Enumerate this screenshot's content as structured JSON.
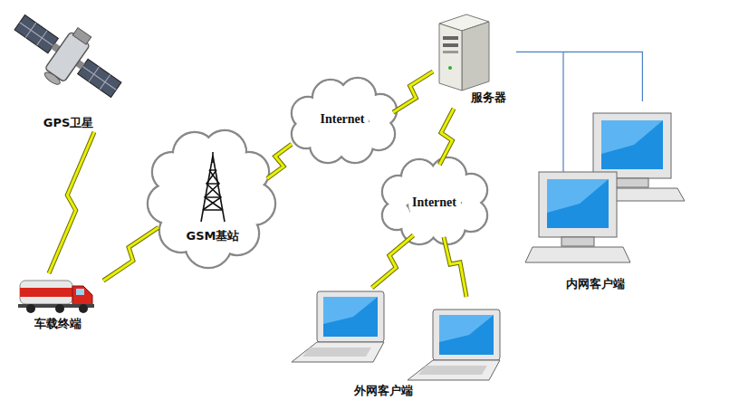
{
  "diagram": {
    "nodes": [
      {
        "text": [
          "GPS卫星"
        ]
      },
      {
        "text": [
          "Internet"
        ]
      },
      {
        "text": [
          "服务器"
        ]
      },
      {
        "text": [
          "GSM基站"
        ]
      },
      {
        "text": [
          "Internet"
        ]
      },
      {
        "text": [
          "车载终端"
        ]
      },
      {
        "text": [
          "外网客户端"
        ]
      },
      {
        "text": [
          "内网客户端"
        ]
      }
    ],
    "edges": [
      {
        "from": 0,
        "to": 5,
        "arrow": "none"
      },
      {
        "from": 5,
        "to": 3,
        "arrow": "none"
      },
      {
        "from": 3,
        "to": 1,
        "arrow": "none"
      },
      {
        "from": 1,
        "to": 2,
        "arrow": "none"
      },
      {
        "from": 2,
        "to": 4,
        "arrow": "none"
      },
      {
        "from": 4,
        "to": 6,
        "arrow": "none"
      },
      {
        "from": 2,
        "to": 7,
        "arrow": "none"
      }
    ]
  }
}
